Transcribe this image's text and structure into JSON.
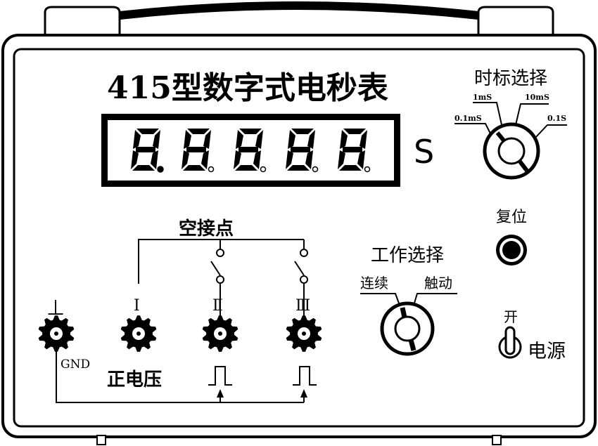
{
  "title": "415型数字式电秒表",
  "display": {
    "digits": [
      "8",
      "8",
      "8",
      "8",
      "8"
    ],
    "unit": "S"
  },
  "timebase": {
    "label": "时标选择",
    "options": [
      "0.1mS",
      "1mS",
      "10mS",
      "0.1S"
    ]
  },
  "reset": {
    "label": "复位"
  },
  "mode": {
    "label": "工作选择",
    "options": [
      "连续",
      "触动"
    ]
  },
  "power": {
    "on_label": "开",
    "label": "电源"
  },
  "terminals": {
    "ground_symbol": "⊥",
    "gnd_label": "GND",
    "labels": [
      "I",
      "Ⅱ",
      "Ⅲ"
    ]
  },
  "empty_contact_label": "空接点",
  "positive_voltage_label": "正电压"
}
